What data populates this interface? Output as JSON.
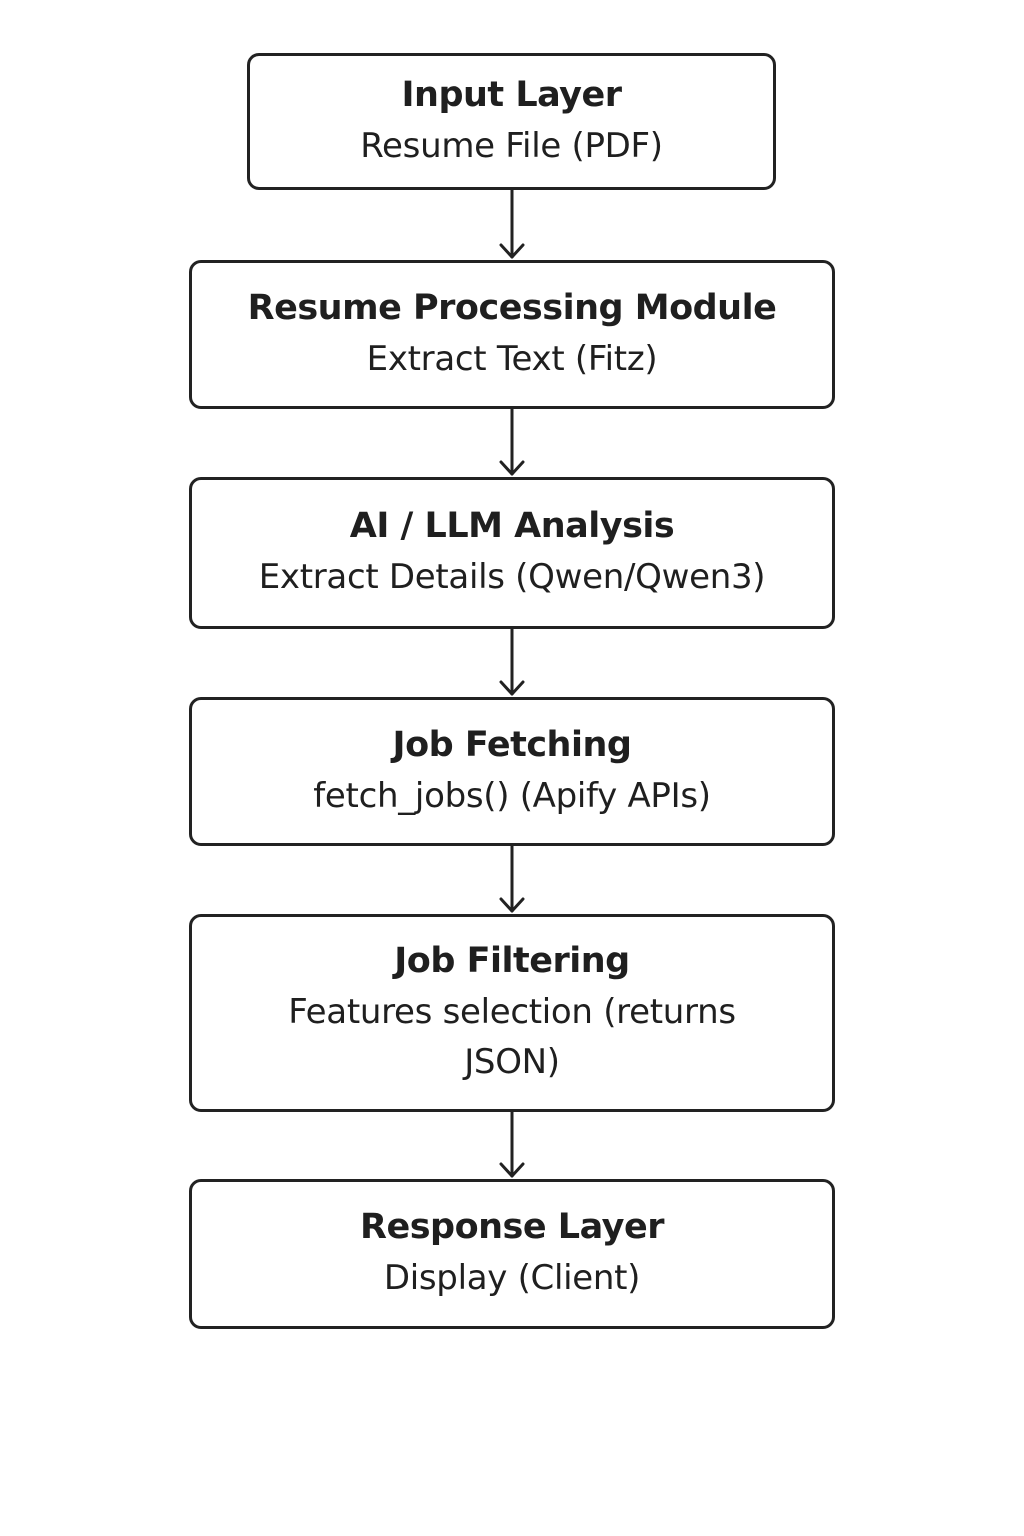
{
  "diagram": {
    "nodes": [
      {
        "title": "Input Layer",
        "subtitle": "Resume File (PDF)"
      },
      {
        "title": "Resume Processing Module",
        "subtitle": "Extract Text (Fitz)"
      },
      {
        "title": "AI / LLM Analysis",
        "subtitle": "Extract Details (Qwen/Qwen3)"
      },
      {
        "title": "Job Fetching",
        "subtitle": "fetch_jobs() (Apify APIs)"
      },
      {
        "title": "Job Filtering",
        "subtitle": "Features selection (returns JSON)"
      },
      {
        "title": "Response Layer",
        "subtitle": "Display (Client)"
      }
    ],
    "edges": [
      {
        "from": 0,
        "to": 1
      },
      {
        "from": 1,
        "to": 2
      },
      {
        "from": 2,
        "to": 3
      },
      {
        "from": 3,
        "to": 4
      },
      {
        "from": 4,
        "to": 5
      }
    ],
    "colors": {
      "stroke": "#222222",
      "text": "#1f1f1f",
      "background": "#ffffff"
    }
  }
}
